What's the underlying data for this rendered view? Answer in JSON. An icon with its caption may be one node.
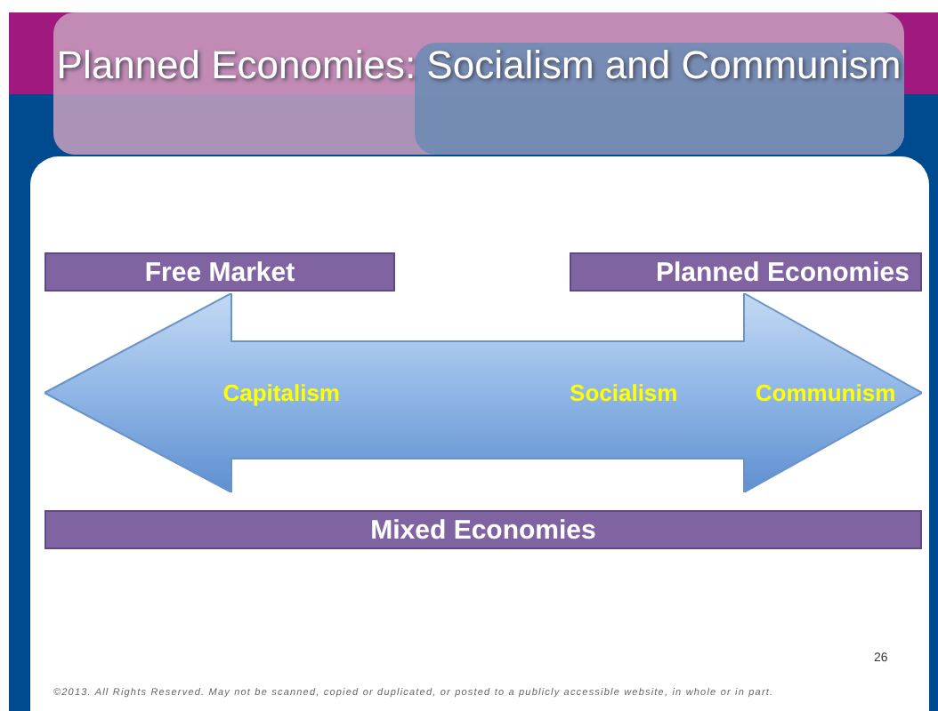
{
  "diagram": {
    "title": "Planned Economies: Socialism and Communism",
    "nodes": [
      {
        "text": [
          "Free Market"
        ]
      },
      {
        "text": [
          "Planned Economies"
        ]
      },
      {
        "text": [
          "Capitalism",
          "Socialism",
          "Communism"
        ]
      },
      {
        "text": [
          "Mixed Economies"
        ]
      }
    ],
    "labels": [
      "26",
      "©2013. All Rights Reserved. May not be scanned, copied or duplicated, or posted to a publicly accessible website, in whole or in part."
    ]
  }
}
